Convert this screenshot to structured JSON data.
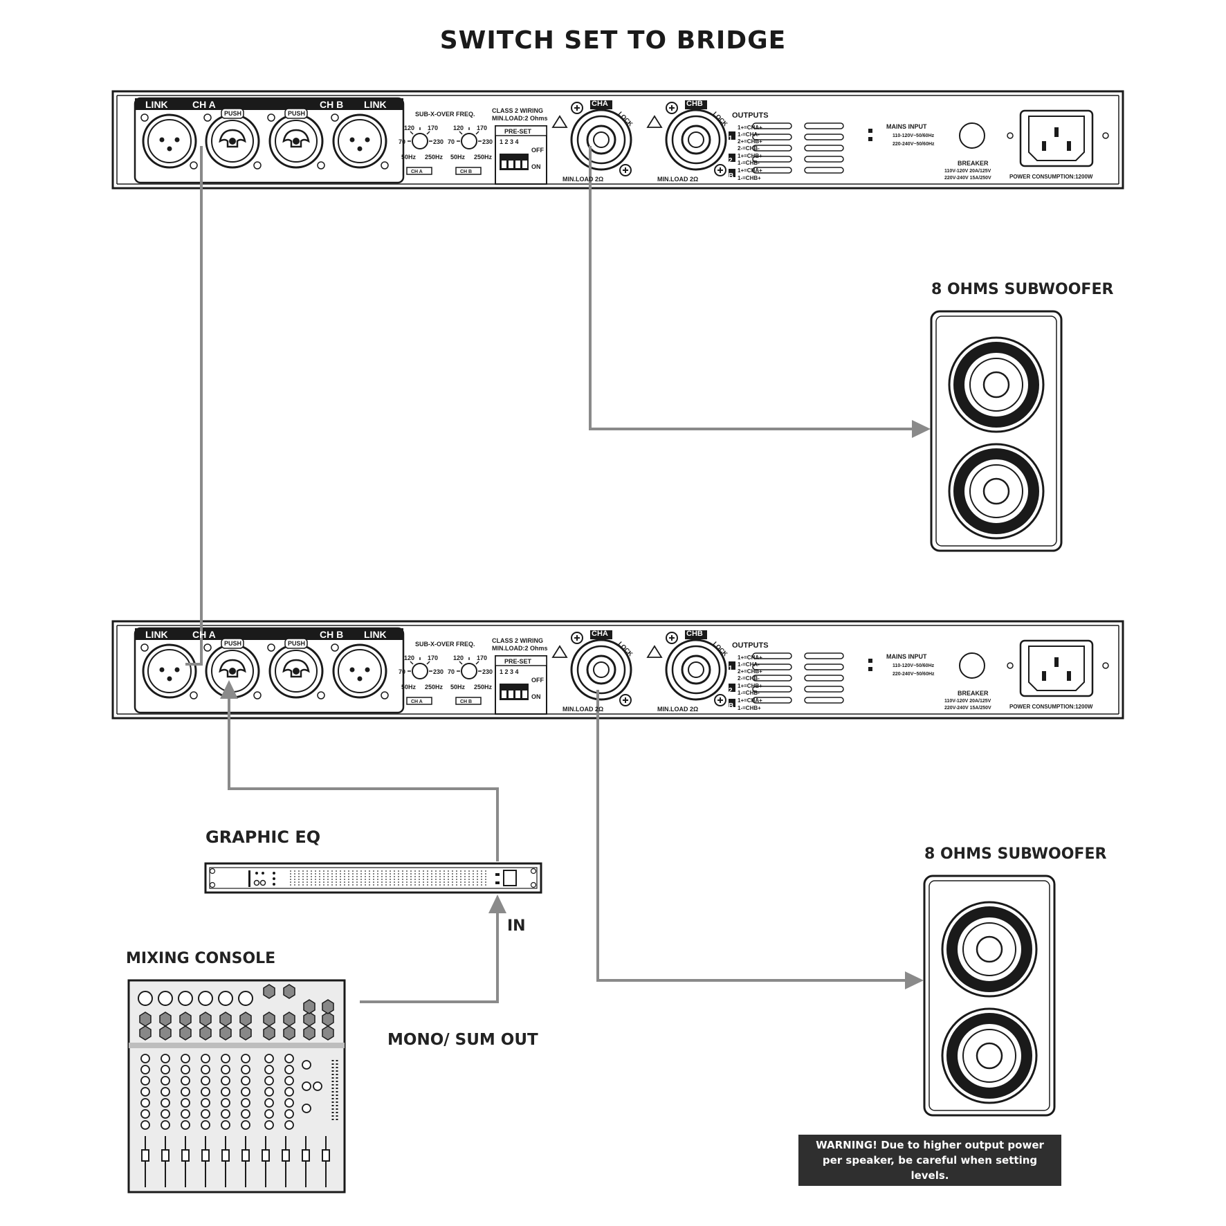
{
  "title": "SWITCH SET TO BRIDGE",
  "amp": {
    "link": "LINK",
    "cha_in": "CH A",
    "chb_in": "CH B",
    "push": "PUSH",
    "xover_title": "SUB-X-OVER FREQ.",
    "knob_120": "120",
    "knob_170": "170",
    "knob_70": "70",
    "knob_230": "230",
    "knob_50": "50Hz",
    "knob_250": "250Hz",
    "cha_tag": "CH A",
    "chb_tag": "CH B",
    "class2": "CLASS 2 WIRING",
    "minload_ohms": "MIN.LOAD:2 Ohms",
    "preset": "PRE-SET",
    "dip_numbers": "1 2 3 4",
    "off": "OFF",
    "on": "ON",
    "speakon_a": "CHA",
    "speakon_b": "CHB",
    "lock": "LOCK",
    "min_load": "MIN.LOAD 2Ω",
    "outputs": "OUTPUTS",
    "output_lines": [
      "1+=CHA+",
      "1-=CHA-",
      "2+=CHB+",
      "2-=CHB-",
      "1+=CHB+",
      "1-=CHB-",
      "1+=CHA+",
      "1-=CHB+"
    ],
    "output_badges": [
      "1",
      "2",
      "B"
    ],
    "mains_input": "MAINS INPUT",
    "mains_1": "110-120V~50/60Hz",
    "mains_2": "220-240V~50/60Hz",
    "breaker": "BREAKER",
    "breaker_1": "110V-120V 20A/125V",
    "breaker_2": "220V-240V 15A/250V",
    "power": "POWER CONSUMPTION:1200W"
  },
  "labels": {
    "sub_top": "8 OHMS SUBWOOFER",
    "sub_bottom": "8 OHMS SUBWOOFER",
    "graphic_eq": "GRAPHIC EQ",
    "in": "IN",
    "mixing_console": "MIXING CONSOLE",
    "mono_sum_out": "MONO/ SUM OUT"
  },
  "warning": "WARNING! Due to higher output power per speaker, be careful when setting levels.",
  "colors": {
    "cable": "#8a8a8a",
    "ink": "#1a1a1a",
    "warning_bg": "#2f2f2f"
  }
}
